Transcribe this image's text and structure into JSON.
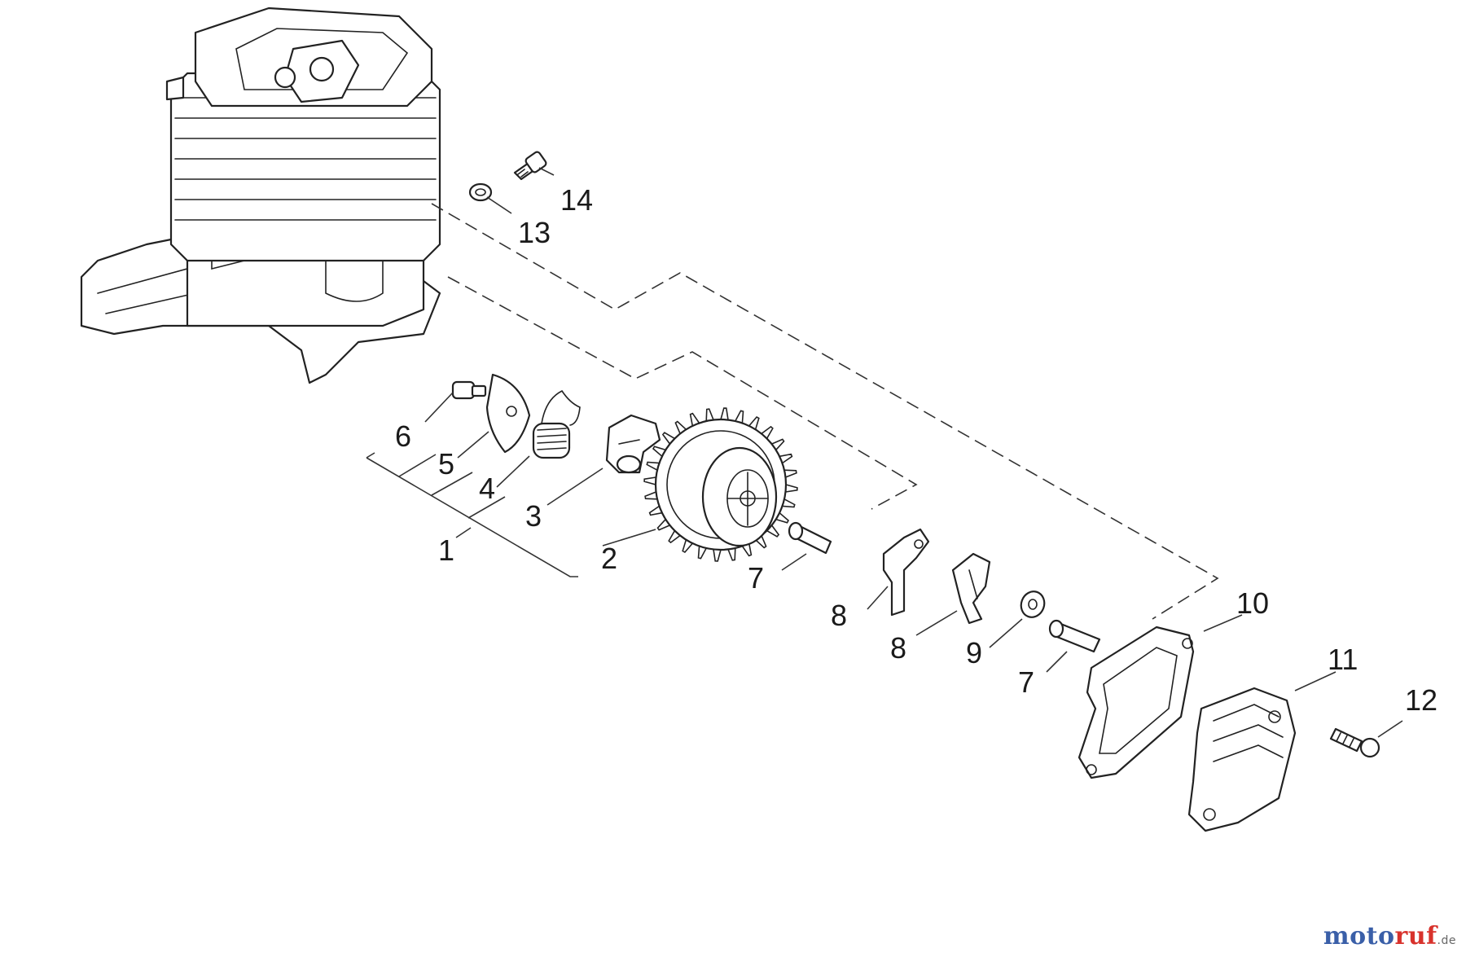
{
  "callouts": {
    "c1": "1",
    "c2": "2",
    "c3": "3",
    "c4": "4",
    "c5": "5",
    "c6": "6",
    "c7a": "7",
    "c7b": "7",
    "c8a": "8",
    "c8b": "8",
    "c9": "9",
    "c10": "10",
    "c11": "11",
    "c12": "12",
    "c13": "13",
    "c14": "14"
  },
  "watermark": {
    "text_a": "moto",
    "text_b": "ruf",
    "suffix": ".de",
    "color_a": "#3a5fa8",
    "color_b": "#d8322c"
  }
}
